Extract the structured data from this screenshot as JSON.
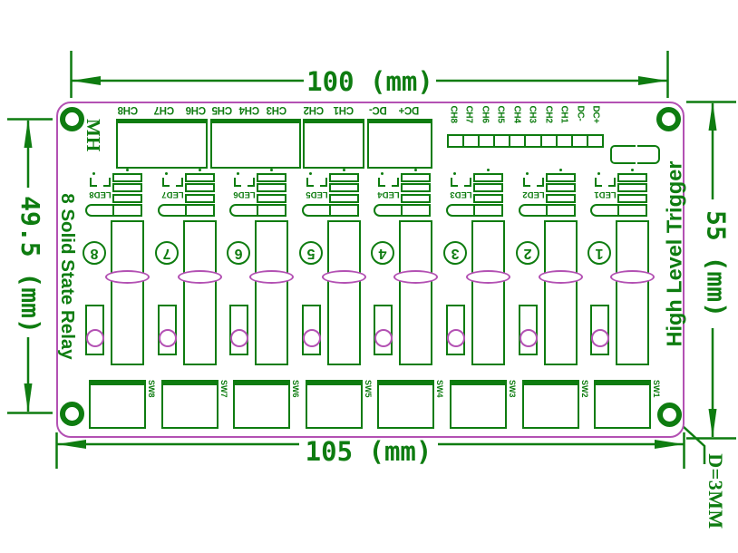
{
  "colors": {
    "silkscreen_green": "#0e7c10",
    "board_magenta": "#b351b3"
  },
  "dimensions": {
    "top_width": "100 (mm)",
    "bottom_width": "105 (mm)",
    "left_height": "49.5 (mm)",
    "right_height": "55 (mm)",
    "hole_note": "D=3MM"
  },
  "board": {
    "mh_label": "MH",
    "left_silk_text": "8 Solid State Relay",
    "right_silk_text": "High Level Trigger",
    "top_terminal_labels": [
      "CH8",
      "CH7",
      "CH6",
      "CH5",
      "CH4",
      "CH3",
      "CH2",
      "CH1",
      "DC-",
      "DC+"
    ],
    "header_labels": [
      "CH8",
      "CH7",
      "CH6",
      "CH5",
      "CH4",
      "CH3",
      "CH2",
      "CH1",
      "DC-",
      "DC+"
    ],
    "channels": [
      {
        "number": "8",
        "led_label": "LED8",
        "switch_label": "SW8"
      },
      {
        "number": "7",
        "led_label": "LED7",
        "switch_label": "SW7"
      },
      {
        "number": "6",
        "led_label": "LED6",
        "switch_label": "SW6"
      },
      {
        "number": "5",
        "led_label": "LED5",
        "switch_label": "SW5"
      },
      {
        "number": "4",
        "led_label": "LED4",
        "switch_label": "SW4"
      },
      {
        "number": "3",
        "led_label": "LED3",
        "switch_label": "SW3"
      },
      {
        "number": "2",
        "led_label": "LED2",
        "switch_label": "SW2"
      },
      {
        "number": "1",
        "led_label": "LED1",
        "switch_label": "SW1"
      }
    ]
  }
}
